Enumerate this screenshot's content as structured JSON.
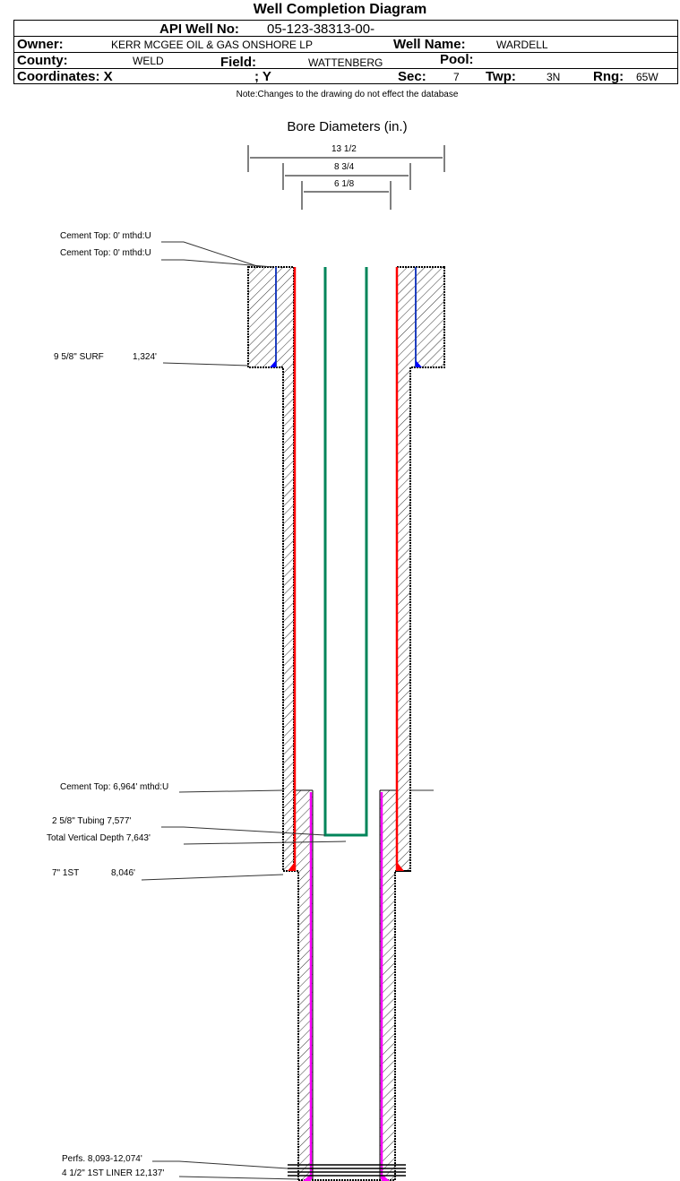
{
  "title": "Well Completion Diagram",
  "header": {
    "api_label": "API Well No:",
    "api_value": "05-123-38313-00-",
    "owner_label": "Owner:",
    "owner_value": "KERR MCGEE OIL & GAS ONSHORE LP",
    "well_name_label": "Well Name:",
    "well_name_value": "WARDELL",
    "county_label": "County:",
    "county_value": "WELD",
    "field_label": "Field:",
    "field_value": "WATTENBERG",
    "pool_label": "Pool:",
    "coord_x_label": "Coordinates: X",
    "coord_y_label": "; Y",
    "sec_label": "Sec:",
    "sec_value": "7",
    "twp_label": "Twp:",
    "twp_value": "3N",
    "rng_label": "Rng:",
    "rng_value": "65W"
  },
  "note": "Note:Changes to the drawing do not effect the database",
  "bore": {
    "title": "Bore Diameters (in.)",
    "dims": [
      "13 1/2",
      "8 3/4",
      "6 1/8"
    ]
  },
  "annotations": {
    "cement_top_1": "Cement Top: 0' mthd:U",
    "cement_top_2": "Cement Top: 0' mthd:U",
    "surf_casing": "9 5/8\" SURF",
    "surf_depth": "1,324'",
    "cement_top_3": "Cement Top: 6,964' mthd:U",
    "tubing": "2 5/8\" Tubing 7,577'",
    "tvd": "Total Vertical Depth 7,643'",
    "first_string": "7\" 1ST",
    "first_string_depth": "8,046'",
    "perfs": "Perfs. 8,093-12,074'",
    "liner": "4 1/2\" 1ST LINER 12,137'"
  },
  "colors": {
    "surface_casing": "#1f3fbf",
    "intermediate_casing": "#ff0000",
    "tubing": "#00855a",
    "liner": "#ff00ff"
  }
}
